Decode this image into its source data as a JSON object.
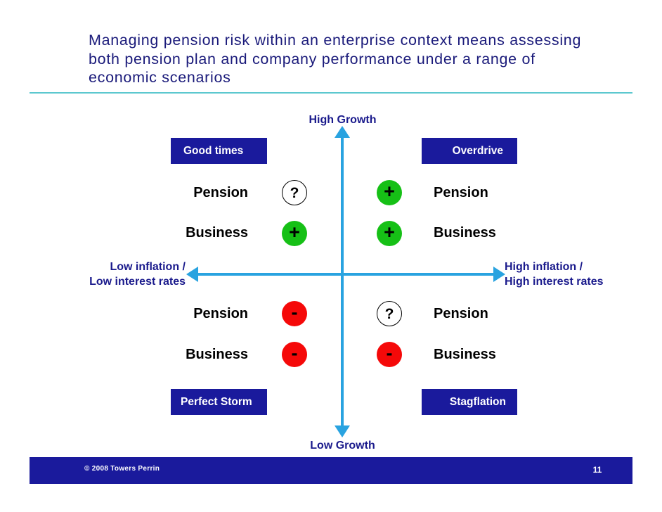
{
  "slide": {
    "title": "Managing pension risk within an enterprise context means assessing both pension plan and company performance under a range of economic scenarios",
    "page_number": "11",
    "copyright": "© 2008 Towers Perrin",
    "accent_blue": "#29a3e0",
    "brand_navy": "#1a1a9c",
    "rule_teal": "#5cc8cf",
    "positive_green": "#16c016",
    "negative_red": "#f50909"
  },
  "axes": {
    "vertical": {
      "top_label": "High Growth",
      "bottom_label": "Low Growth"
    },
    "horizontal": {
      "left_label": "Low inflation /\nLow interest rates",
      "right_label": "High inflation /\nHigh interest rates"
    }
  },
  "quadrants": [
    {
      "id": "top-left",
      "title": "Good times",
      "rows": [
        {
          "label": "Pension",
          "marker": "?",
          "marker_type": "unknown"
        },
        {
          "label": "Business",
          "marker": "+",
          "marker_type": "plus"
        }
      ]
    },
    {
      "id": "top-right",
      "title": "Overdrive",
      "rows": [
        {
          "label": "Pension",
          "marker": "+",
          "marker_type": "plus"
        },
        {
          "label": "Business",
          "marker": "+",
          "marker_type": "plus"
        }
      ]
    },
    {
      "id": "bottom-left",
      "title": "Perfect Storm",
      "rows": [
        {
          "label": "Pension",
          "marker": "-",
          "marker_type": "minus"
        },
        {
          "label": "Business",
          "marker": "-",
          "marker_type": "minus"
        }
      ]
    },
    {
      "id": "bottom-right",
      "title": "Stagflation",
      "rows": [
        {
          "label": "Pension",
          "marker": "?",
          "marker_type": "unknown"
        },
        {
          "label": "Business",
          "marker": "-",
          "marker_type": "minus"
        }
      ]
    }
  ]
}
